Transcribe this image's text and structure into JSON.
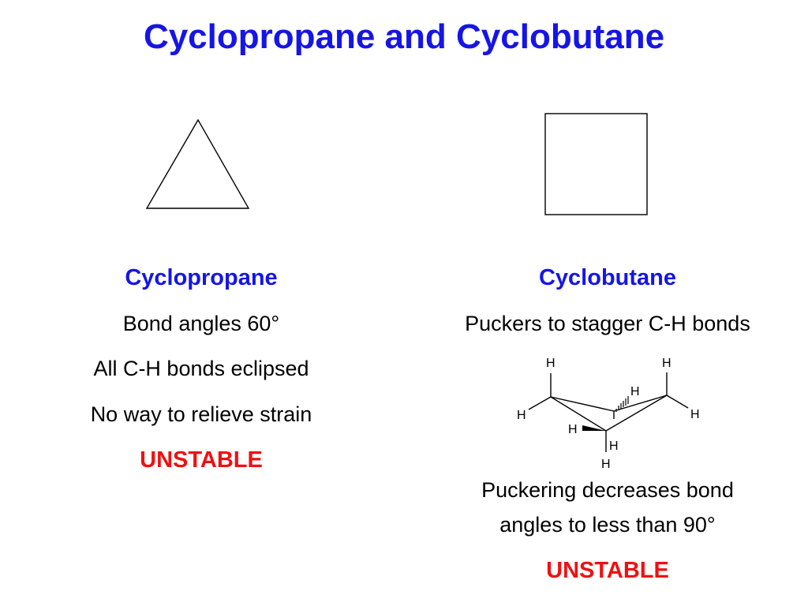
{
  "slide": {
    "title": "Cyclopropane and Cyclobutane"
  },
  "left": {
    "heading": "Cyclopropane",
    "lines": [
      "Bond angles 60°",
      "All C-H bonds eclipsed",
      "No way to relieve strain"
    ],
    "status": "UNSTABLE"
  },
  "right": {
    "heading": "Cyclobutane",
    "subtitle": "Puckers to stagger C-H bonds",
    "diagram_labels": {
      "h_top_left": "H",
      "h_top_right": "H",
      "h_mid_back": "H",
      "h_left": "H",
      "h_right": "H",
      "h_front_left": "H",
      "h_front_inner": "H",
      "h_bottom": "H"
    },
    "note_line1": "Puckering decreases bond",
    "note_line2": "angles to less than 90°",
    "status": "UNSTABLE"
  },
  "colors": {
    "title": "#1515e6",
    "heading": "#1515e6",
    "unstable": "#ee1111"
  }
}
